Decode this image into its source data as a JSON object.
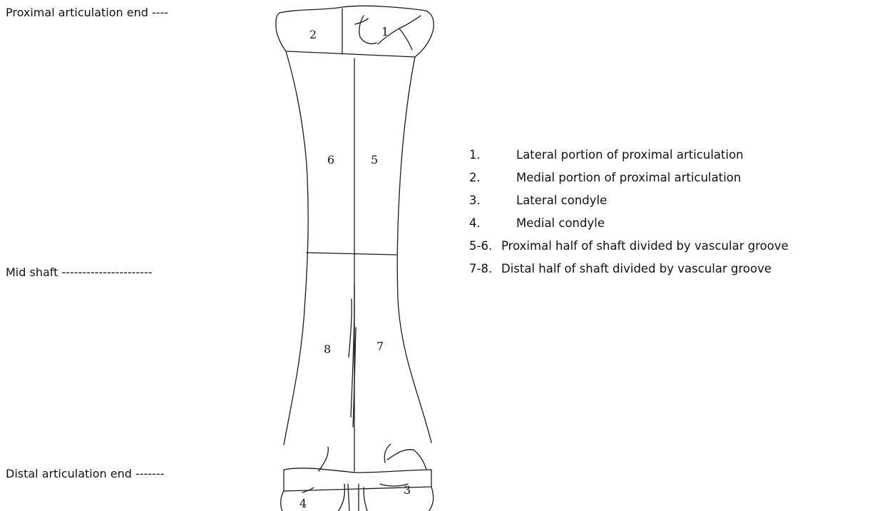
{
  "side_labels": {
    "proximal": "Proximal articulation end ----",
    "mid": "Mid shaft ----------------------",
    "distal": "Distal articulation end -------"
  },
  "region_numbers": [
    "1",
    "2",
    "3",
    "4",
    "5",
    "6",
    "7",
    "8"
  ],
  "legend": [
    {
      "num": "1.",
      "text": "Lateral portion of proximal articulation"
    },
    {
      "num": "2.",
      "text": "Medial portion of proximal articulation"
    },
    {
      "num": "3.",
      "text": "Lateral condyle"
    },
    {
      "num": "4.",
      "text": "Medial condyle"
    },
    {
      "num": "5-6.",
      "text": "Proximal half of shaft divided by vascular groove"
    },
    {
      "num": "7-8.",
      "text": "Distal half of shaft divided by vascular groove"
    }
  ]
}
